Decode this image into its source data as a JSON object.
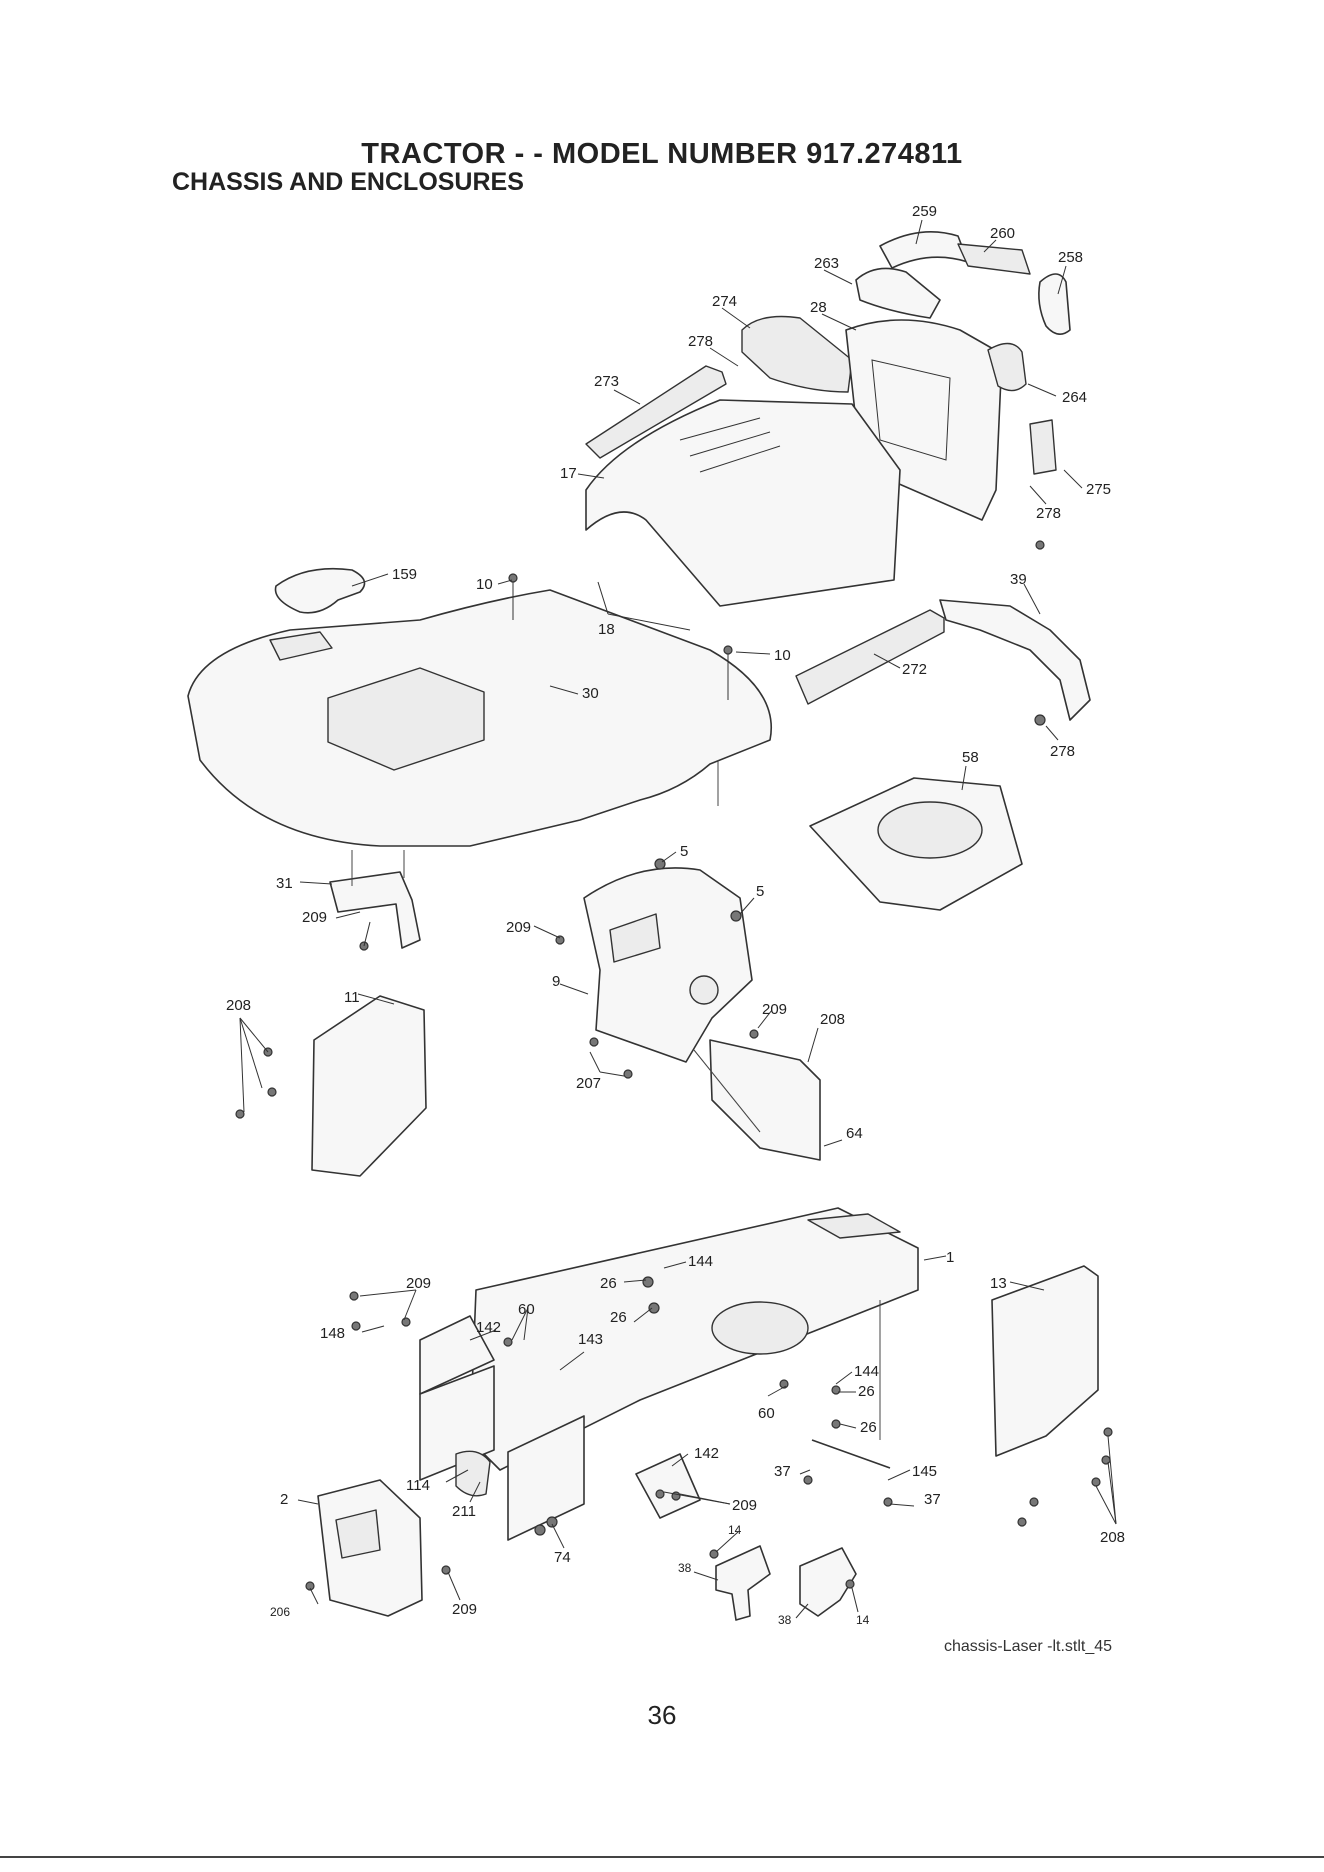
{
  "header": {
    "title": "TRACTOR - - MODEL NUMBER 917.274811",
    "subtitle": "CHASSIS AND ENCLOSURES"
  },
  "parts": [
    {
      "id": "259",
      "label": "259"
    },
    {
      "id": "260",
      "label": "260"
    },
    {
      "id": "258",
      "label": "258"
    },
    {
      "id": "263",
      "label": "263"
    },
    {
      "id": "274",
      "label": "274"
    },
    {
      "id": "28",
      "label": "28"
    },
    {
      "id": "278a",
      "label": "278"
    },
    {
      "id": "273",
      "label": "273"
    },
    {
      "id": "264",
      "label": "264"
    },
    {
      "id": "17",
      "label": "17"
    },
    {
      "id": "275",
      "label": "275"
    },
    {
      "id": "278b",
      "label": "278"
    },
    {
      "id": "159",
      "label": "159"
    },
    {
      "id": "10a",
      "label": "10"
    },
    {
      "id": "39",
      "label": "39"
    },
    {
      "id": "18",
      "label": "18"
    },
    {
      "id": "10b",
      "label": "10"
    },
    {
      "id": "30",
      "label": "30"
    },
    {
      "id": "272",
      "label": "272"
    },
    {
      "id": "278c",
      "label": "278"
    },
    {
      "id": "58",
      "label": "58"
    },
    {
      "id": "5a",
      "label": "5"
    },
    {
      "id": "5b",
      "label": "5"
    },
    {
      "id": "31",
      "label": "31"
    },
    {
      "id": "209a",
      "label": "209"
    },
    {
      "id": "209b",
      "label": "209"
    },
    {
      "id": "208a",
      "label": "208"
    },
    {
      "id": "11",
      "label": "11"
    },
    {
      "id": "9",
      "label": "9"
    },
    {
      "id": "209c",
      "label": "209"
    },
    {
      "id": "208b",
      "label": "208"
    },
    {
      "id": "207",
      "label": "207"
    },
    {
      "id": "64",
      "label": "64"
    },
    {
      "id": "144a",
      "label": "144"
    },
    {
      "id": "1",
      "label": "1"
    },
    {
      "id": "13",
      "label": "13"
    },
    {
      "id": "209d",
      "label": "209"
    },
    {
      "id": "26a",
      "label": "26"
    },
    {
      "id": "60a",
      "label": "60"
    },
    {
      "id": "26b",
      "label": "26"
    },
    {
      "id": "148",
      "label": "148"
    },
    {
      "id": "142a",
      "label": "142"
    },
    {
      "id": "143",
      "label": "143"
    },
    {
      "id": "144b",
      "label": "144"
    },
    {
      "id": "26c",
      "label": "26"
    },
    {
      "id": "60b",
      "label": "60"
    },
    {
      "id": "26d",
      "label": "26"
    },
    {
      "id": "142b",
      "label": "142"
    },
    {
      "id": "37a",
      "label": "37"
    },
    {
      "id": "145",
      "label": "145"
    },
    {
      "id": "114",
      "label": "114"
    },
    {
      "id": "37b",
      "label": "37"
    },
    {
      "id": "2",
      "label": "2"
    },
    {
      "id": "211",
      "label": "211"
    },
    {
      "id": "209e",
      "label": "209"
    },
    {
      "id": "208c",
      "label": "208"
    },
    {
      "id": "14a",
      "label": "14"
    },
    {
      "id": "74",
      "label": "74"
    },
    {
      "id": "38a",
      "label": "38"
    },
    {
      "id": "206",
      "label": "206"
    },
    {
      "id": "209f",
      "label": "209"
    },
    {
      "id": "38b",
      "label": "38"
    },
    {
      "id": "14b",
      "label": "14"
    }
  ],
  "caption": "chassis-Laser -lt.stlt_45",
  "page_number": "36"
}
